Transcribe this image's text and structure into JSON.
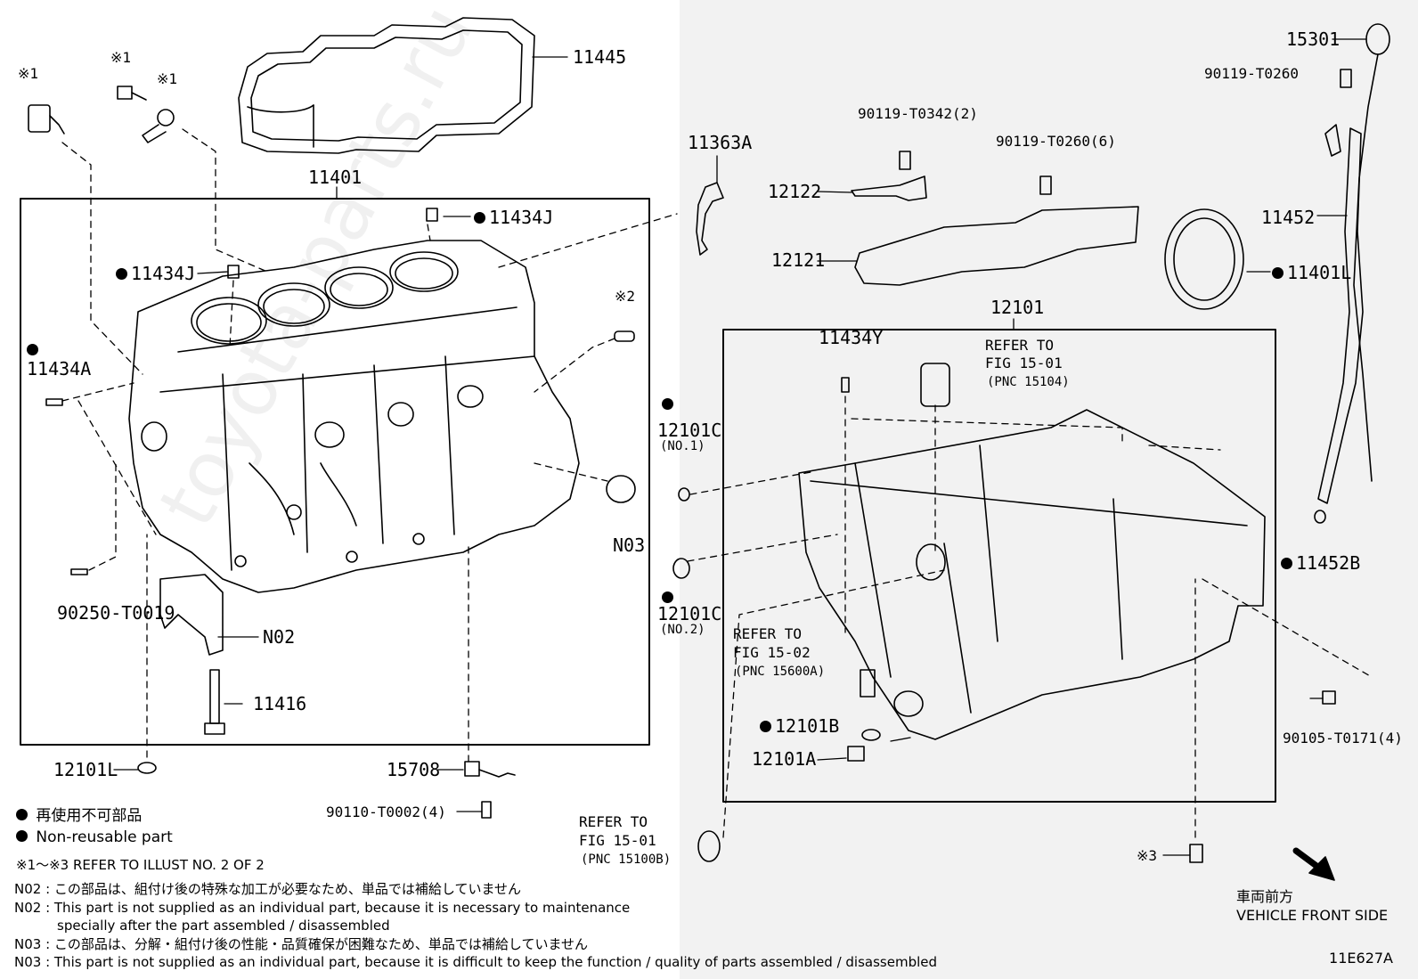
{
  "labels": {
    "p11445": "11445",
    "p11401": "11401",
    "p11434J_top": "11434J",
    "p11434J_left": "11434J",
    "p11434A": "11434A",
    "star1_a": "※1",
    "star1_b": "※1",
    "star1_c": "※1",
    "star2": "※2",
    "n03": "N03",
    "n02": "N02",
    "p90250": "90250-T0019",
    "p11416": "11416",
    "p12101L": "12101L",
    "p15708": "15708",
    "p90110": "90110-T0002(4)",
    "p11363A": "11363A",
    "p90119_342": "90119-T0342(2)",
    "p90119_260_6": "90119-T0260(6)",
    "p12122": "12122",
    "p12121": "12121",
    "p12101": "12101",
    "p11434Y": "11434Y",
    "refer1_a": "REFER TO",
    "refer1_b": "FIG 15-01",
    "refer1_c": "(PNC 15104)",
    "p12101C_1": "12101C",
    "no1": "(NO.1)",
    "p12101C_2": "12101C",
    "no2": "(NO.2)",
    "refer2_a": "REFER TO",
    "refer2_b": "FIG 15-02",
    "refer2_c": "(PNC 15600A)",
    "p12101B": "12101B",
    "p12101A": "12101A",
    "refer3_a": "REFER TO",
    "refer3_b": "FIG 15-01",
    "refer3_c": "(PNC 15100B)",
    "star3": "※3",
    "p15301": "15301",
    "p90119_260": "90119-T0260",
    "p11452": "11452",
    "p11401L": "11401L",
    "p11452B": "11452B",
    "p90105": "90105-T0171(4)"
  },
  "legend": {
    "jp": "再使用不可部品",
    "en": "Non-reusable part",
    "refer": "※1～※3  REFER TO ILLUST NO. 2 OF 2"
  },
  "notes": {
    "n02_jp": "N02 : この部品は、組付け後の特殊な加工が必要なため、単品では補給していません",
    "n02_en1": "N02 : This part is not supplied as an individual part, because it is necessary to maintenance",
    "n02_en2": "specially after the part assembled / disassembled",
    "n03_jp": "N03 : この部品は、分解・組付け後の性能・品質確保が困難なため、単品では補給していません",
    "n03_en": "N03 : This part is not supplied as an individual part, because it is difficult to keep the function / quality of parts  assembled / disassembled"
  },
  "front": {
    "jp": "車両前方",
    "en": "VEHICLE FRONT SIDE"
  },
  "code": "11E627A",
  "watermark": "toyota-parts.ru"
}
